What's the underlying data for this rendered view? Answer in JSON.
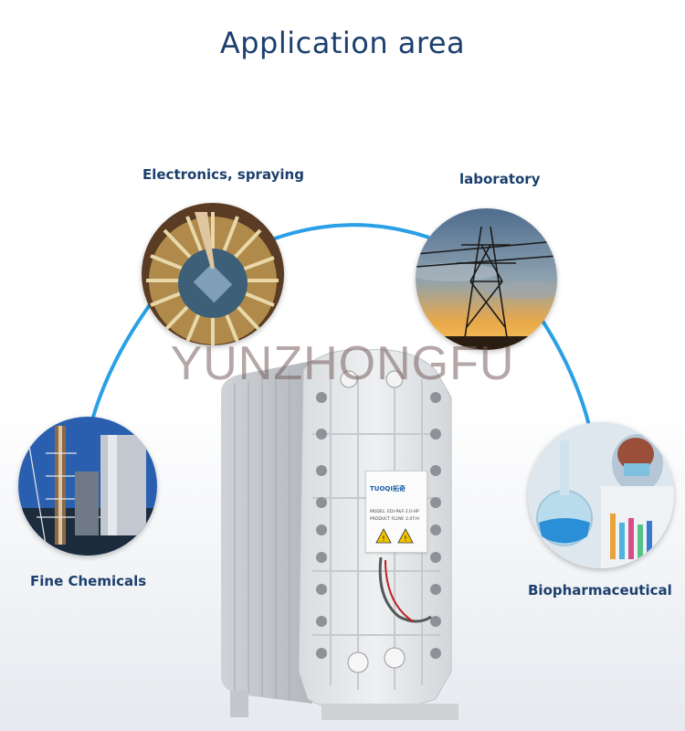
{
  "title": "Application area",
  "watermark": "YUNZHONGFU",
  "areas": [
    {
      "label": "Electronics, spraying"
    },
    {
      "label": "laboratory"
    },
    {
      "label": "Fine Chemicals"
    },
    {
      "label": "Biopharmaceutical"
    }
  ],
  "product_label": {
    "brand": "TUOQI拓奇",
    "model": "MODEL: EDI-P&F-2.0-HP",
    "flow": "PRODUCT FLOW: 2.0T/H"
  },
  "colors": {
    "title": "#1c3f6e",
    "arc": "#2aa0e6"
  }
}
